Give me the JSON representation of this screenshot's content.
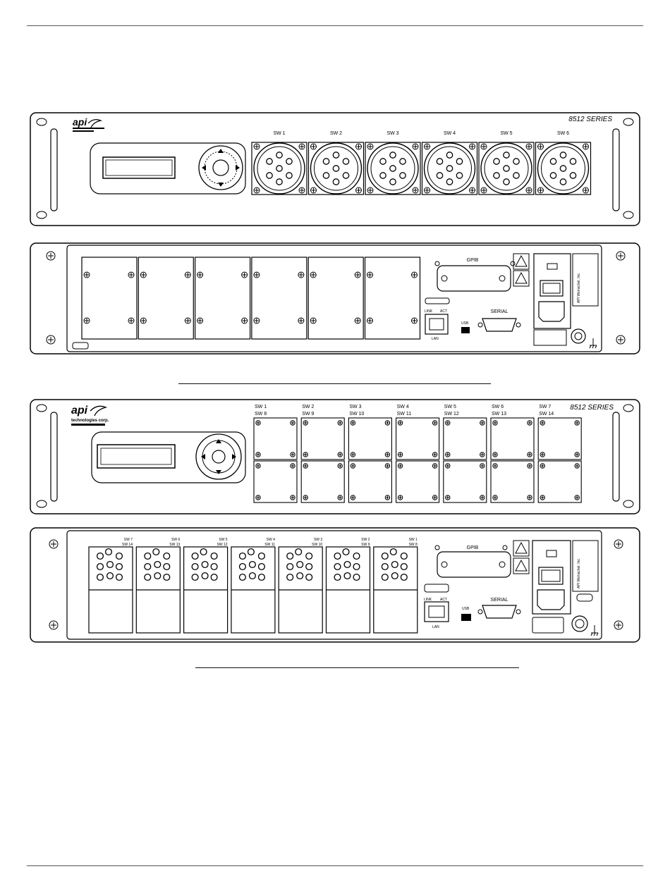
{
  "panels": {
    "p1_front": {
      "series": "8512 SERIES",
      "brand": "api",
      "switches": [
        "SW 1",
        "SW 2",
        "SW 3",
        "SW 4",
        "SW 5",
        "SW 6"
      ]
    },
    "p1_rear": {
      "gpib": "GPIB",
      "link": "LINK",
      "act": "ACT",
      "lan": "LAN",
      "usb": "USB",
      "serial": "SERIAL",
      "maker": "API Weinschel, Inc."
    },
    "p2_front": {
      "series": "8512 SERIES",
      "brand": "api",
      "brand_sub1": "technologies corp.",
      "top_labels": [
        "SW 1",
        "SW 2",
        "SW 3",
        "SW 4",
        "SW 5",
        "SW 6",
        "SW 7"
      ],
      "bottom_labels": [
        "SW 8",
        "SW 9",
        "SW 10",
        "SW 11",
        "SW 12",
        "SW 13",
        "SW 14"
      ]
    },
    "p2_rear": {
      "gpib": "GPIB",
      "link": "LINK",
      "act": "ACT",
      "lan": "LAN",
      "usb": "USB",
      "serial": "SERIAL",
      "maker": "API Weinschel, Inc.",
      "top_labels": [
        "SW 7",
        "SW 6",
        "SW 5",
        "SW 4",
        "SW 3",
        "SW 2",
        "SW 1"
      ],
      "bottom_labels": [
        "SW 14",
        "SW 13",
        "SW 12",
        "SW 11",
        "SW 10",
        "SW 9",
        "SW 8"
      ]
    }
  }
}
